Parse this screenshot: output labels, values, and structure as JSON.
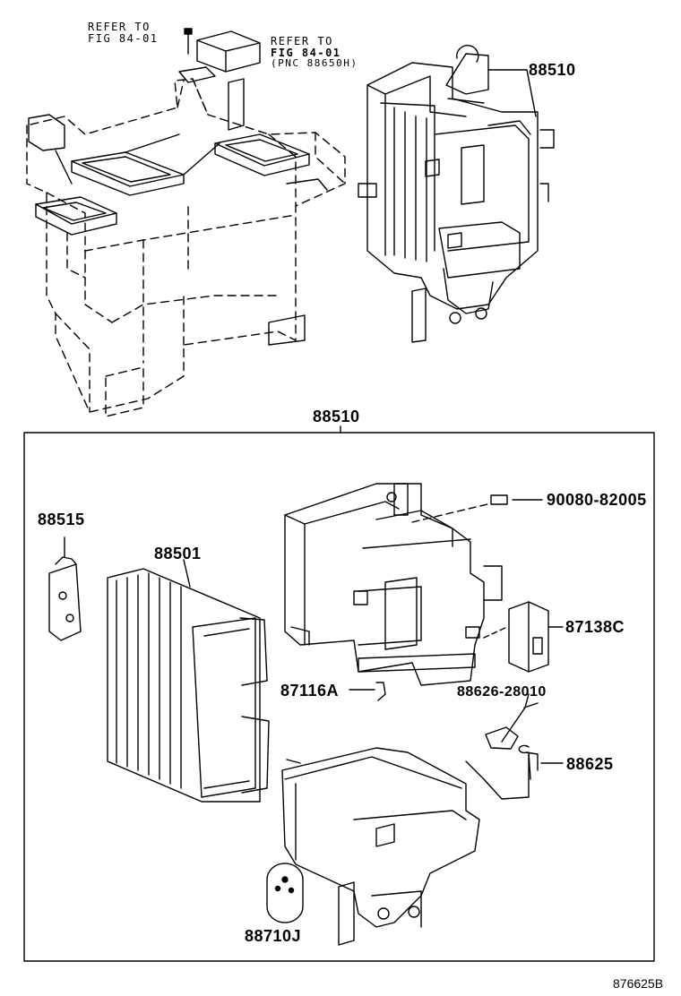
{
  "refs": {
    "top_left": {
      "line1": "REFER TO",
      "line2": "FIG 84-01"
    },
    "top_right": {
      "line1": "REFER TO",
      "line2": "FIG 84-01",
      "line3": "(PNC 88650H)"
    }
  },
  "parts": {
    "unit_top": "88510",
    "unit_group": "88510",
    "valve": "88515",
    "evaporator": "88501",
    "screw": "90080-82005",
    "clip": "87138C",
    "seal": "87116A",
    "thermistor": "88626-28010",
    "wire": "88625",
    "grommet": "88710J"
  },
  "diagram_code": "876625B"
}
